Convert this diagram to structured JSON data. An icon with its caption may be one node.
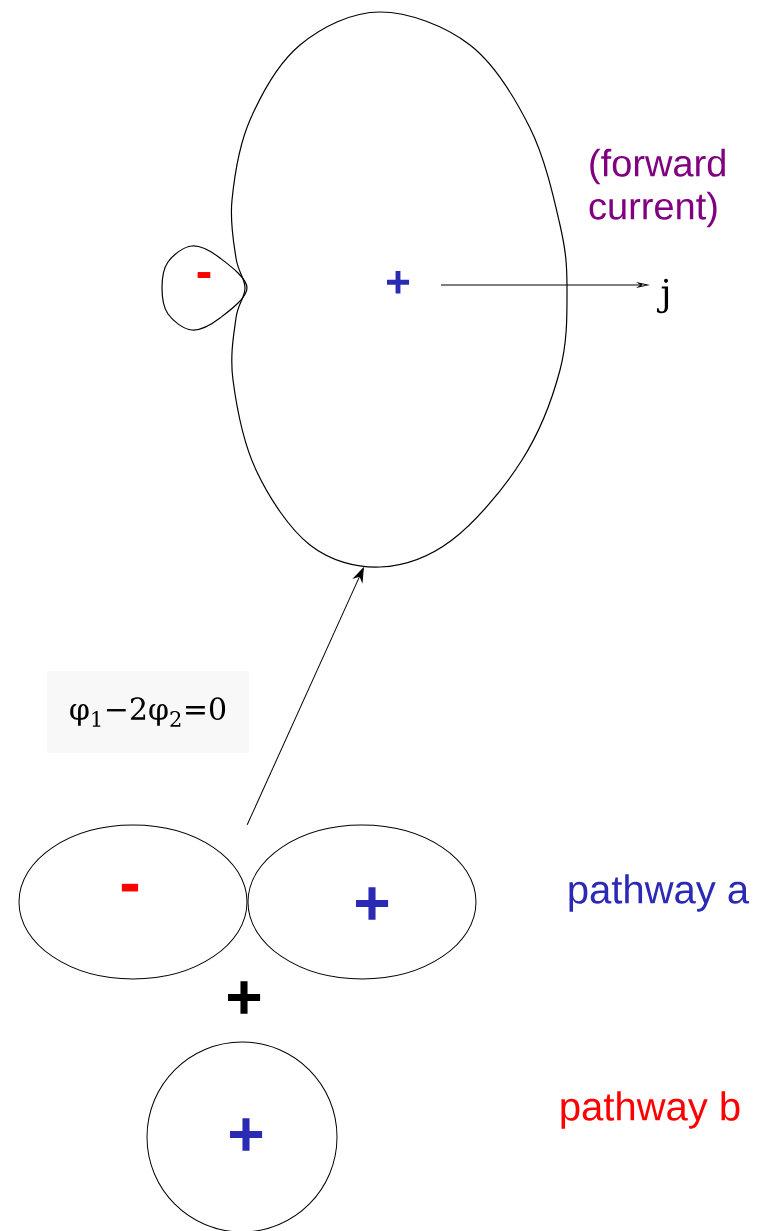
{
  "diagram": {
    "nodes": [
      {
        "text": [
          "+"
        ]
      },
      {
        "text": [
          "-"
        ]
      },
      {
        "text": [
          "-"
        ]
      },
      {
        "text": [
          "+"
        ]
      },
      {
        "text": [
          "+"
        ]
      }
    ],
    "edges": [
      {
        "from": 2,
        "to": 0,
        "arrow": "to",
        "label": "φ$_{1}$−2φ$_{2}$=0"
      }
    ],
    "labels": [
      "(forward current)",
      "j",
      "+",
      "pathway a",
      "pathway b"
    ]
  }
}
